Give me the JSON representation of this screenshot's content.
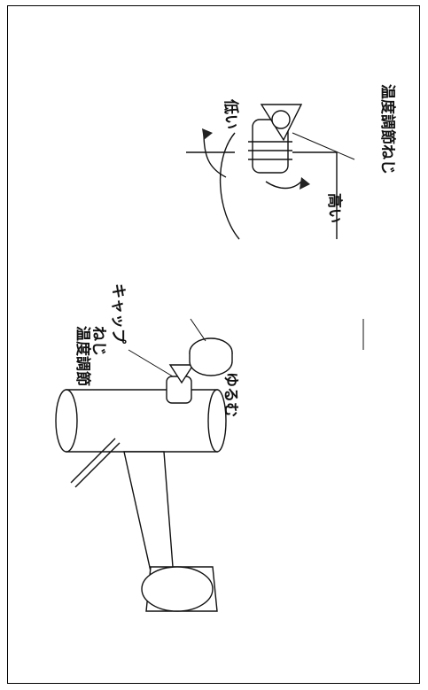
{
  "labels": {
    "detail_temp_screw": "温度調節ねじ",
    "detail_low": "低い",
    "detail_high": "高い",
    "cap": "キャップ",
    "main_temp_screw_line1": "温度調節",
    "main_temp_screw_line2": "ねじ",
    "loosen": "ゆるむ"
  },
  "colors": {
    "ink": "#111111",
    "paper": "#ffffff"
  }
}
